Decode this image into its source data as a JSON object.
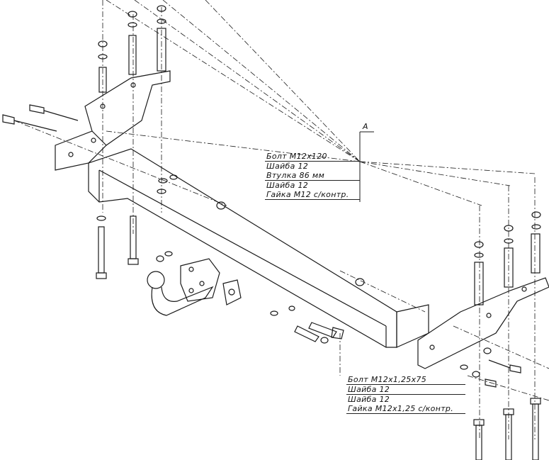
{
  "callout_a": {
    "marker": "A",
    "rows": [
      "Болт M12x120",
      "Шайба 12",
      "Втулка 86 мм",
      "Шайба 12",
      "Гайка M12 с/контр."
    ]
  },
  "callout_b": {
    "rows": [
      "Болт M12x1,25x75",
      "Шайба 12",
      "Шайба 12",
      "Гайка M12x1,25 с/контр."
    ]
  },
  "colors": {
    "ink": "#1a1a1a",
    "paper": "#ffffff"
  }
}
